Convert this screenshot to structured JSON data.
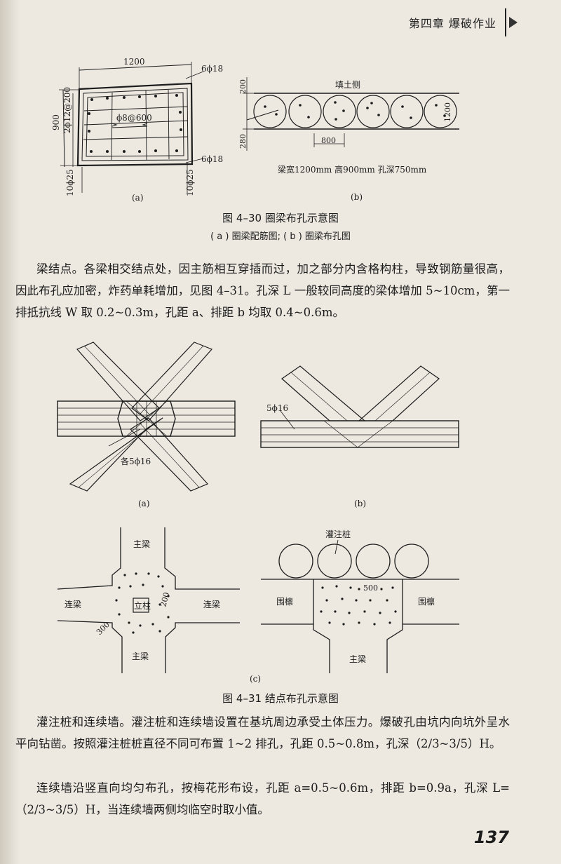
{
  "header": {
    "chapter": "第四章   爆破作业"
  },
  "fig430": {
    "a": {
      "dim_top": "1200",
      "rebar_top": "6ϕ18",
      "rebar_bottom": "6ϕ18",
      "dim_left": "900",
      "stirrup_side": "2ϕ12@200",
      "stirrup_mid": "ϕ8@600",
      "bottom_left": "10ϕ25",
      "bottom_right": "10ϕ25",
      "label": "(a)"
    },
    "b": {
      "dim_200": "200",
      "fill_side": "填土侧",
      "dim_1200": "1200",
      "dim_280": "280",
      "dim_800": "800",
      "spec": "梁宽1200mm   高900mm   孔深750mm",
      "label": "(b)"
    },
    "caption": "图 4–30   圈梁布孔示意图",
    "subcaption": "( a ) 圈梁配筋图; ( b ) 圈梁布孔图"
  },
  "para1": "梁结点。各梁相交结点处，因主筋相互穿插而过，加之部分内含格构柱，导致钢筋量很高，因此布孔应加密，炸药单耗增加，见图 4–31。孔深 L 一般较同高度的梁体增加 5~10cm，第一排抵抗线 W 取 0.2~0.3m，孔距 a、排距 b 均取 0.4~0.6m。",
  "fig431": {
    "a_rebar": "各5ϕ16",
    "a_label": "(a)",
    "b_rebar": "5ϕ16",
    "b_label": "(b)",
    "c": {
      "main_beam_top": "主梁",
      "link_left": "连梁",
      "column": "立柱",
      "dim_200": "200",
      "link_right": "连梁",
      "dim_300": "300",
      "main_beam_bottom": "主梁",
      "pile": "灌注桩",
      "dim_500": "500",
      "purlin_left": "围檩",
      "purlin_right": "围檩",
      "main_beam_right": "主梁",
      "label": "(c)"
    },
    "caption": "图 4–31   结点布孔示意图"
  },
  "para2": "灌注桩和连续墙。灌注桩和连续墙设置在基坑周边承受土体压力。爆破孔由坑内向坑外呈水平向钻凿。按照灌注桩桩直径不同可布置 1~2 排孔，孔距 0.5~0.8m，孔深（2/3~3/5）H。",
  "para3": "连续墙沿竖直向均匀布孔，按梅花形布设，孔距 a=0.5~0.6m，排距 b=0.9a，孔深 L=（2/3~3/5）H，当连续墙两侧均临空时取小值。",
  "page_number": "137"
}
